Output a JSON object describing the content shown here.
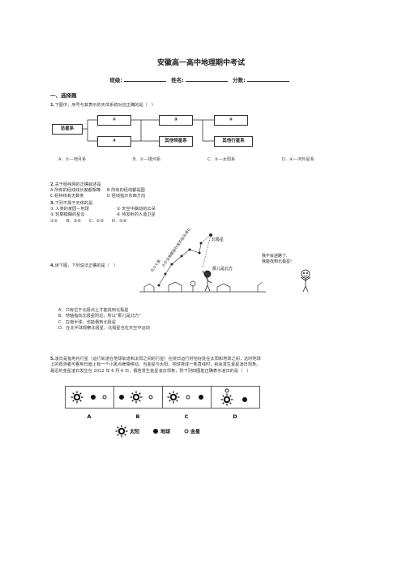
{
  "doc": {
    "title": "安徽高一高中地理期中考试",
    "class_label": "班级:",
    "name_label": "姓名:",
    "score_label": "分数:"
  },
  "section1": {
    "heading": "一、选择题"
  },
  "q1": {
    "num": "1.",
    "text": "下图中，序号与其表示的天体系统对应正确的是（　）",
    "diagram": {
      "root": "总星系",
      "c1": "①",
      "c2": "②",
      "c3": "③",
      "c4": "④",
      "other_star": "其他恒星系",
      "other_planet": "其他行星系"
    },
    "options": [
      "A．①—地月系",
      "B．②—银河系",
      "C．③—太阳系",
      "D．④—河外星系"
    ]
  },
  "q2": {
    "num": "2.",
    "text": "关于经纬网的正确叙述是",
    "options": [
      "A 所有的经线线长度都相等",
      "B 所有的经线都是圆",
      "C 经纬线有无数条",
      "D 经线指示东西方向"
    ]
  },
  "q3": {
    "num": "3.",
    "text": "下列不属于天体的是",
    "items": [
      "① 人类的家园—地球",
      "② 天空中飘动的云朵",
      "③ 轮廓模糊的星云",
      "④ 待发射的人造卫星"
    ],
    "options": [
      "①②",
      "B．③④",
      "C．①③",
      "D．②④"
    ]
  },
  "q4": {
    "num": "4.",
    "text": "读下图，下列说法正确的是（　）",
    "image": {
      "big_dipper_text": "北斗七星",
      "follow_text": "大于沿两颗指针星的延长线找",
      "polaris": "北极星",
      "north_text": "那儿是北方",
      "bubble_1": "我不会迷路了,",
      "bubble_2": "我能找到北极星!"
    },
    "options": [
      "A．只有位于北极点上才能找到北极星",
      "B．地轴指向北极星附近，所以\"那儿是北方\"",
      "C．在南半球，也能看到北极星",
      "D．在北半球观察北极星，北极星也在天空中运动"
    ]
  },
  "q5": {
    "num": "5.",
    "text1": "凌日是指地内行星（运行轨道在地球轨道和太阳之间的行星）在绕日运行时恰好处在太阳和地球之间，这时地球",
    "text2": "上的观测者可看到日面上有一个小黑点缓慢移动。当金星与太阳、地球排成一条直线时，就会发生金星凌日现象。",
    "text3": "最近的金星凌日发生在 2012 年 6 月 6 日，假若发生金星凌日现象，则下列四图能正确表示凌日的是（　）",
    "panels": [
      "A",
      "B",
      "C",
      "D"
    ],
    "legend": [
      "太阳",
      "地球",
      "金星"
    ]
  },
  "colors": {
    "text": "#222222",
    "line": "#333333"
  }
}
